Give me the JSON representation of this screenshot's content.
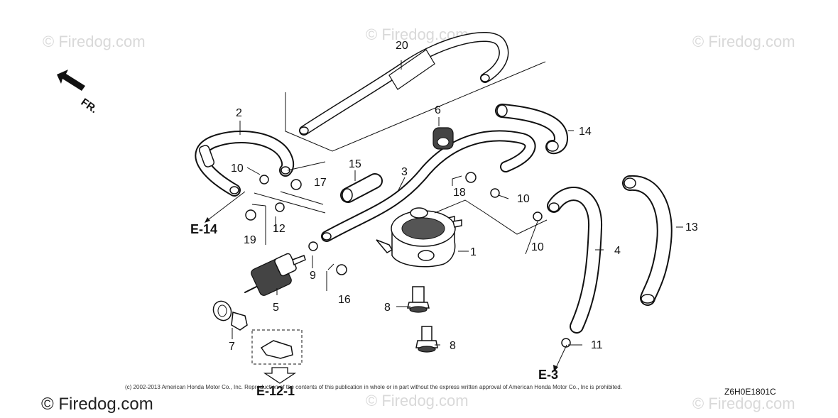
{
  "watermarks": {
    "top_left": "© Firedog.com",
    "top_center": "© Firedog.com",
    "top_right": "© Firedog.com",
    "bottom_left": "© Firedog.com",
    "bottom_center": "© Firedog.com",
    "bottom_right": "© Firedog.com"
  },
  "orientation_label": "FR.",
  "copyright": "(c) 2002-2013 American Honda Motor Co., Inc. Reproduction of the contents of this publication in whole or in part without the express written approval of American Honda Motor Co., Inc is prohibited.",
  "diagram_code": "Z6H0E1801C",
  "references": {
    "e14": "E-14",
    "e3": "E-3",
    "e12_1": "E-12-1"
  },
  "callouts": {
    "c1": "1",
    "c2": "2",
    "c3": "3",
    "c4": "4",
    "c5": "5",
    "c6": "6",
    "c7": "7",
    "c8a": "8",
    "c8b": "8",
    "c9": "9",
    "c10a": "10",
    "c10b": "10",
    "c10c": "10",
    "c11": "11",
    "c12": "12",
    "c13": "13",
    "c14": "14",
    "c15": "15",
    "c16": "16",
    "c17": "17",
    "c18": "18",
    "c19": "19",
    "c20": "20"
  }
}
